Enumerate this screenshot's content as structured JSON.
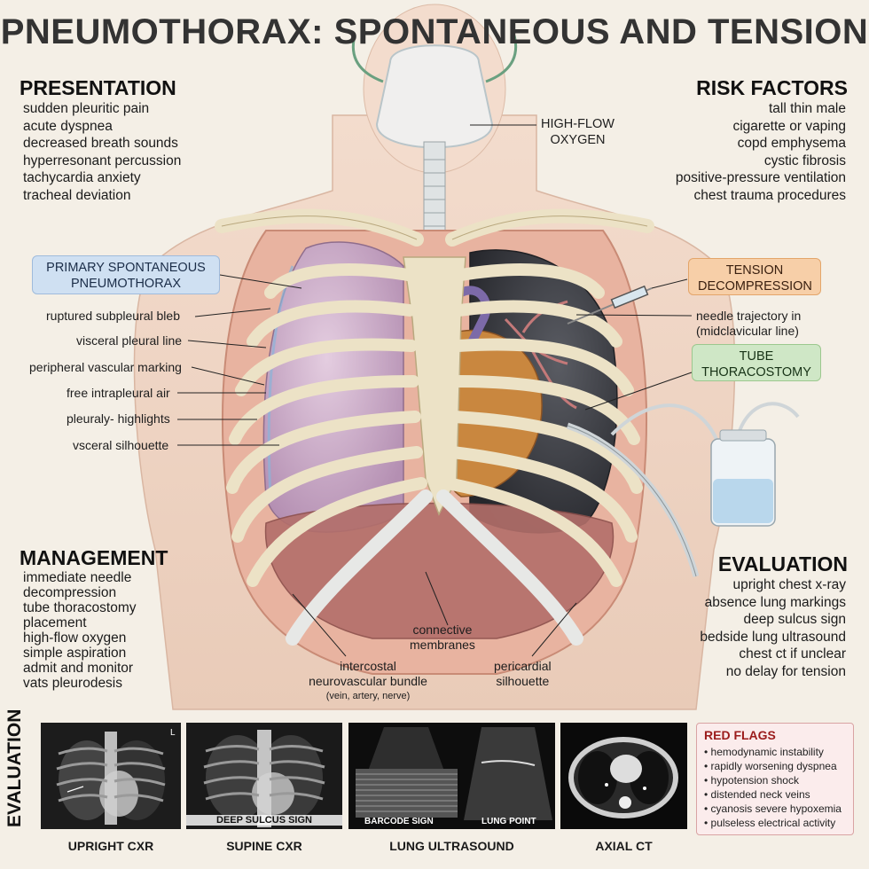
{
  "title": "PNEUMOTHORAX: SPONTANEOUS AND TENSION",
  "presentation": {
    "heading": "PRESENTATION",
    "items": [
      "sudden pleuritic pain",
      "acute dyspnea",
      "decreased breath sounds",
      "hyperresonant percussion",
      "tachycardia anxiety",
      "tracheal deviation"
    ]
  },
  "risk_factors": {
    "heading": "RISK FACTORS",
    "items": [
      "tall thin male",
      "cigarette or vaping",
      "copd emphysema",
      "cystic fibrosis",
      "positive-pressure ventilation",
      "chest trauma procedures"
    ]
  },
  "management": {
    "heading": "MANAGEMENT",
    "items": [
      "immediate needle",
      "decompression",
      "tube thoracostomy",
      "placement",
      "high-flow oxygen",
      "simple aspiration",
      "admit and monitor",
      "vats pleurodesis"
    ]
  },
  "evaluation": {
    "heading": "EVALUATION",
    "items": [
      "upright chest x-ray",
      "absence lung markings",
      "deep sulcus sign",
      "bedside lung ultrasound",
      "chest ct if unclear",
      "no delay for tension"
    ]
  },
  "callouts": {
    "oxygen": [
      "HIGH-FLOW",
      "OXYGEN"
    ],
    "primary": [
      "PRIMARY SPONTANEOUS",
      "PNEUMOTHORAX"
    ],
    "tension": [
      "TENSION",
      "DECOMPRESSION"
    ],
    "tube": [
      "TUBE",
      "THORACOSTOMY"
    ],
    "needle": [
      "needle trajectory in",
      "(midclavicular line)"
    ]
  },
  "left_labels": [
    "ruptured subpleural bleb",
    "visceral pleural line",
    "peripheral vascular marking",
    "free intrapleural air",
    "pleuraly- highlights",
    "vsceral silhouette"
  ],
  "bottom_labels": {
    "connective": [
      "connective",
      "membranes"
    ],
    "intercostal": [
      "intercostal",
      "neurovascular bundle",
      "(vein, artery, nerve)"
    ],
    "pericardial": [
      "pericardial",
      "silhouette"
    ]
  },
  "strip": {
    "vertical_label": "EVALUATION",
    "panels": [
      {
        "caption": "UPRIGHT CXR",
        "overlay": "",
        "corner": "L"
      },
      {
        "caption": "SUPINE CXR",
        "overlay": "DEEP SULCUS SIGN"
      },
      {
        "caption": "LUNG ULTRASOUND",
        "overlay_left": "BARCODE SIGN",
        "overlay_right": "LUNG POINT"
      },
      {
        "caption": "AXIAL CT"
      }
    ],
    "red_flags": {
      "title": "RED FLAGS",
      "items": [
        "hemodynamic instability",
        "rapidly worsening dyspnea",
        "hypotension shock",
        "distended neck veins",
        "cyanosis severe hypoxemia",
        "pulseless electrical activity"
      ]
    }
  },
  "colors": {
    "background": "#f4efe6",
    "bone": "#e9dfc4",
    "lung": "#c9a8c4",
    "collapsed_lung": "#3b3d44",
    "primary_box": "#cfe0f2",
    "tension_box": "#f7cfa8",
    "tube_box": "#cfe7c6",
    "red_flag": "#9b1c1c"
  }
}
